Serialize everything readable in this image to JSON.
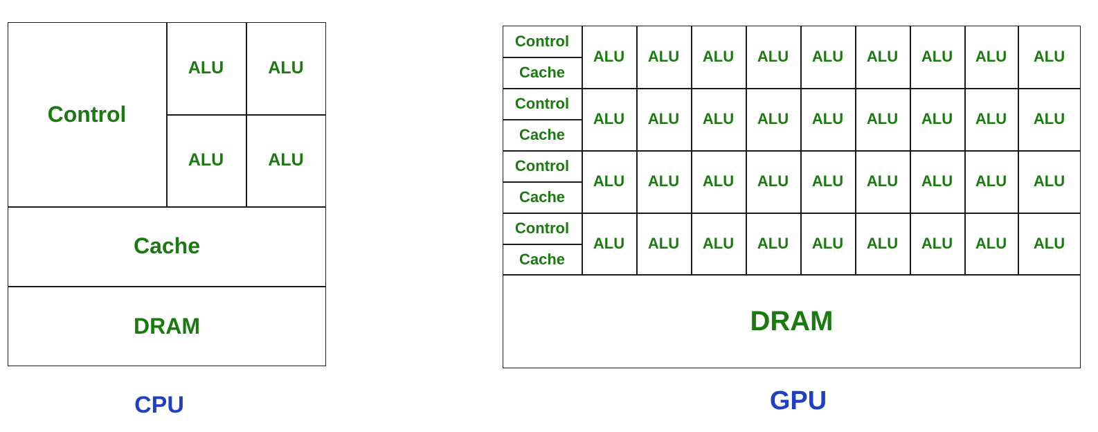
{
  "cpu": {
    "control": "Control",
    "alus": [
      "ALU",
      "ALU",
      "ALU",
      "ALU"
    ],
    "cache": "Cache",
    "dram": "DRAM",
    "caption": "CPU"
  },
  "gpu": {
    "rows": [
      {
        "control": "Control",
        "cache": "Cache",
        "alus": [
          "ALU",
          "ALU",
          "ALU",
          "ALU",
          "ALU",
          "ALU",
          "ALU",
          "ALU",
          "ALU"
        ]
      },
      {
        "control": "Control",
        "cache": "Cache",
        "alus": [
          "ALU",
          "ALU",
          "ALU",
          "ALU",
          "ALU",
          "ALU",
          "ALU",
          "ALU",
          "ALU"
        ]
      },
      {
        "control": "Control",
        "cache": "Cache",
        "alus": [
          "ALU",
          "ALU",
          "ALU",
          "ALU",
          "ALU",
          "ALU",
          "ALU",
          "ALU",
          "ALU"
        ]
      },
      {
        "control": "Control",
        "cache": "Cache",
        "alus": [
          "ALU",
          "ALU",
          "ALU",
          "ALU",
          "ALU",
          "ALU",
          "ALU",
          "ALU",
          "ALU"
        ]
      }
    ],
    "dram": "DRAM",
    "caption": "GPU"
  },
  "colors": {
    "label_green": "#1a7a0f",
    "caption_blue": "#1f3fc4",
    "border": "#1a1a1a"
  }
}
